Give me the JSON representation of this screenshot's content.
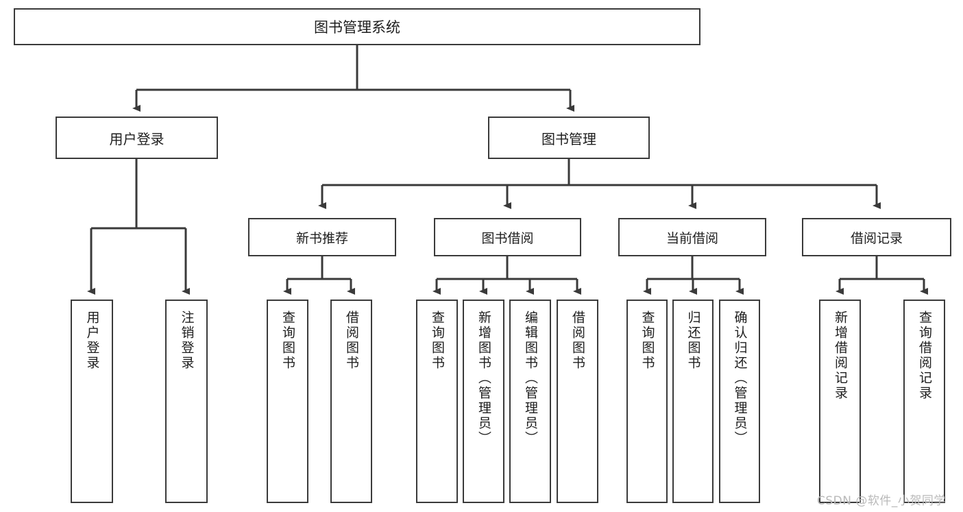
{
  "diagram": {
    "type": "hierarchy-tree",
    "title": "图书管理系统",
    "background_color": "#ffffff",
    "line_color": "#3a3a3a",
    "text_color": "#1d1d1d"
  },
  "root": {
    "label": "图书管理系统"
  },
  "level1": [
    {
      "label": "用户登录"
    },
    {
      "label": "图书管理"
    }
  ],
  "level2": [
    {
      "label": "新书推荐"
    },
    {
      "label": "图书借阅"
    },
    {
      "label": "当前借阅"
    },
    {
      "label": "借阅记录"
    }
  ],
  "leaves": {
    "user_login": [
      {
        "label": "用户登录"
      },
      {
        "label": "注销登录"
      }
    ],
    "new_book_recommend": [
      {
        "label": "查询图书"
      },
      {
        "label": "借阅图书"
      }
    ],
    "book_borrow": [
      {
        "label": "查询图书"
      },
      {
        "label": "新增图书（管理员）"
      },
      {
        "label": "编辑图书（管理员）"
      },
      {
        "label": "借阅图书"
      }
    ],
    "current_borrow": [
      {
        "label": "查询图书"
      },
      {
        "label": "归还图书"
      },
      {
        "label": "确认归还（管理员）"
      }
    ],
    "borrow_record": [
      {
        "label": "新增借阅记录"
      },
      {
        "label": "查询借阅记录"
      }
    ]
  },
  "watermark": {
    "text": "CSDN @软件_小贺同学"
  }
}
